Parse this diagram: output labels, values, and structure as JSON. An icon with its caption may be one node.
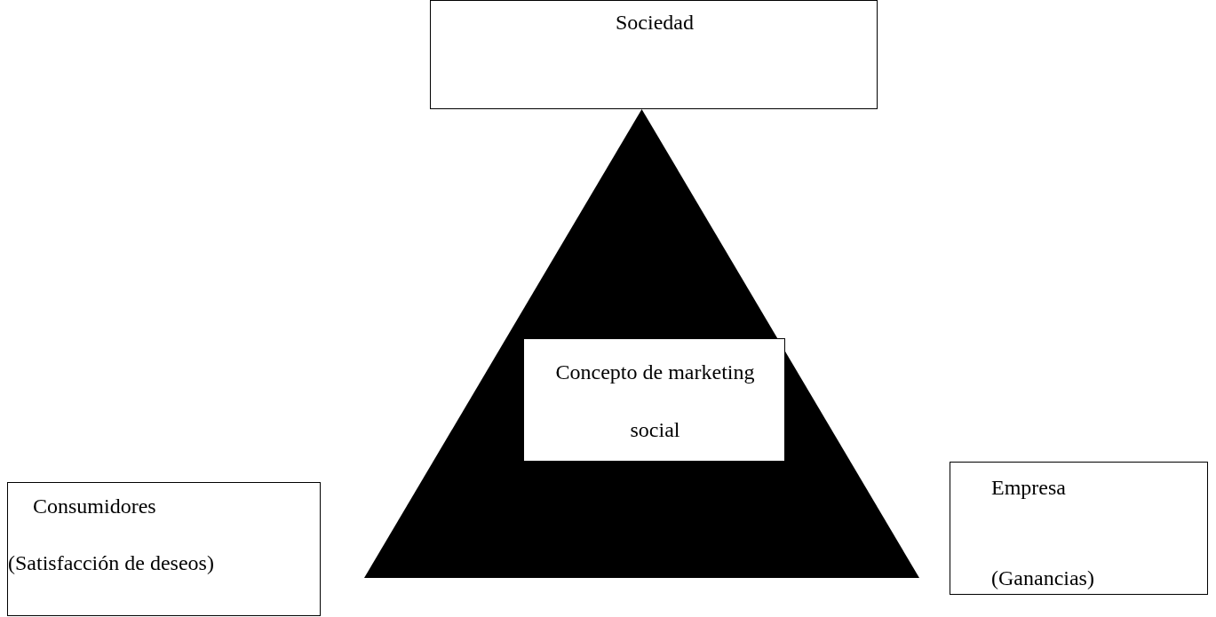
{
  "diagram": {
    "nodes": [
      {
        "text": [
          "Sociedad"
        ]
      },
      {
        "text": [],
        "shape": "triangle"
      },
      {
        "text": [
          "Concepto de marketing social"
        ],
        "in": 1
      },
      {
        "text": [
          "Consumidores",
          "(Satisfacción de deseos)"
        ]
      },
      {
        "text": [
          "Empresa",
          "(Ganancias)"
        ]
      }
    ]
  }
}
